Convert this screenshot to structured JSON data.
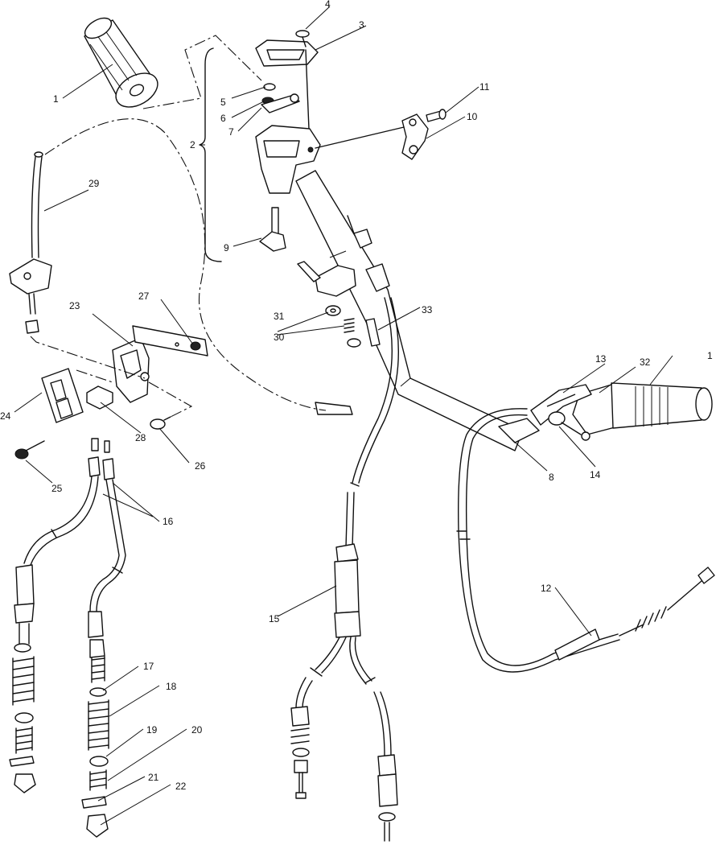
{
  "callouts": {
    "c1a": "1",
    "c1b": "1",
    "c2": "2",
    "c3": "3",
    "c4": "4",
    "c5": "5",
    "c6": "6",
    "c7": "7",
    "c8": "8",
    "c9": "9",
    "c10": "10",
    "c11": "11",
    "c12": "12",
    "c13": "13",
    "c14": "14",
    "c15": "15",
    "c16": "16",
    "c17": "17",
    "c18": "18",
    "c19": "19",
    "c20": "20",
    "c21": "21",
    "c22": "22",
    "c23": "23",
    "c24": "24",
    "c25": "25",
    "c26": "26",
    "c27": "27",
    "c28": "28",
    "c29": "29",
    "c30": "30",
    "c31": "31",
    "c32": "32",
    "c33": "33"
  }
}
